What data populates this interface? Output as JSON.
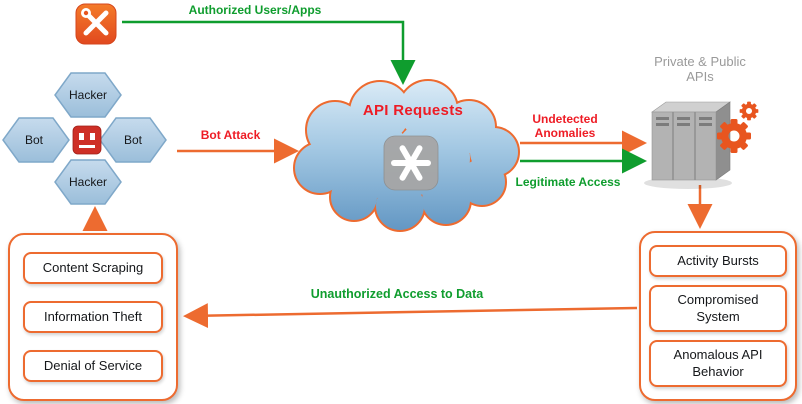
{
  "diagram": {
    "flows": {
      "authorized": "Authorized Users/Apps",
      "bot_attack": "Bot Attack",
      "undetected": "Undetected Anomalies",
      "legitimate": "Legitimate Access",
      "unauthorized": "Unauthorized Access to Data"
    },
    "cloud": {
      "label": "API Requests"
    },
    "apis": {
      "label": "Private & Public APIs"
    },
    "attackers": {
      "top": "Hacker",
      "left": "Bot",
      "right": "Bot",
      "bottom": "Hacker"
    },
    "threats": {
      "items": [
        "Content Scraping",
        "Information Theft",
        "Denial of Service"
      ]
    },
    "anomalies": {
      "items": [
        "Activity Bursts",
        "Compromised System",
        "Anomalous API Behavior"
      ]
    },
    "icons": {
      "tools-icon": "white crossed wrench and screwdriver on orange tile",
      "robot-icon": "red robot tile at attacker cluster center",
      "api-hub-icon": "white pinwheel asterisk on gray tile inside cloud",
      "server-icon": "gray server rack",
      "gear-icon": "orange gear on server"
    },
    "colors": {
      "accent_orange": "#ed6b30",
      "green": "#0f9d2e",
      "red": "#ee1c25",
      "hex_blue": "#a9c9e4",
      "cloud_blue": "#7fb0d6",
      "gray_text": "#9a9a9a"
    }
  }
}
